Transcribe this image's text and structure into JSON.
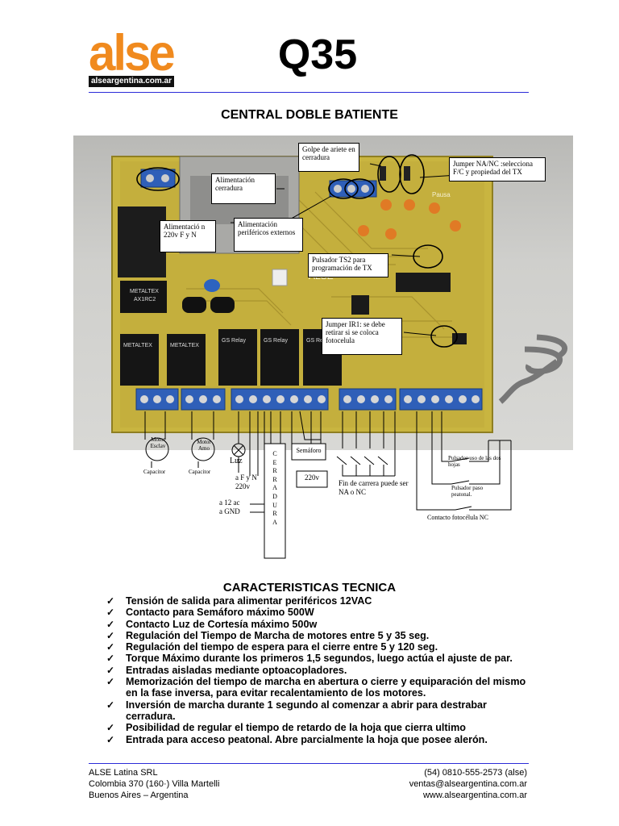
{
  "header": {
    "brand": "alse",
    "brand_url": "alseargentina.com.ar",
    "model": "Q35",
    "subtitle": "CENTRAL DOBLE BATIENTE"
  },
  "colors": {
    "brand": "#f08a1e",
    "rule": "#2b2bd8",
    "pcb": "#c9b540"
  },
  "diagram": {
    "callouts": {
      "golpe": "Golpe de ariete en cerradura",
      "jumper_nanc": "Jumper NA/NC :selecciona F/C y propiedad del TX",
      "alim_cerradura": "Alimentación cerradura",
      "alim_220": "Alimentació n 220v F y N",
      "alim_perif": "Alimentación periféricos externos",
      "pulsador_ts2": "Pulsador TS2 para programación de TX",
      "jumper_ir1": "Jumper IR1: se debe retirar si se coloca fotocelula"
    },
    "board_text": {
      "alse": "ALSE",
      "pausa": "Pausa",
      "metaltex1": "METALTEX",
      "metaltex_model": "AX1RC2",
      "relay1": "METALTEX",
      "relay2": "METALTEX",
      "relay3": "GS Relay",
      "relay4": "GS Relay",
      "relay5": "GS Relay"
    },
    "wiring": {
      "motor_esclavo": "Motor Esclav",
      "motor_amo": "Motor Amo",
      "capacitor1": "Capacitor",
      "capacitor2": "Capacitor",
      "luz": "Luz",
      "afyn": "a F y  N",
      "v220a": "220v",
      "cerradura": "CERRADURA",
      "semaforo": "Semáforo",
      "v220b": "220v",
      "a12ac": "a 12 ac",
      "agnd": "a GND",
      "fin_carrera": "Fin de carrera puede ser NA o NC",
      "pulsador_hojas": "Pulsador uso de las dos hojas",
      "pulsador_peatonal": "Pulsador paso peatonal.",
      "fotocelula": "Contacto fotocélula NC"
    }
  },
  "features": {
    "title": "CARACTERISTICAS TECNICA",
    "check_icon": "✓",
    "items": [
      "Tensión de salida para alimentar periféricos 12VAC",
      "Contacto para Semáforo máximo 500W",
      "Contacto Luz de Cortesía máximo 500w",
      "Regulación del Tiempo de Marcha de motores entre 5 y 35 seg.",
      "Regulación del tiempo de espera para el cierre entre 5 y 120 seg.",
      "Torque Máximo durante los primeros 1,5 segundos, luego actúa el ajuste de par.",
      "Entradas aisladas mediante optoacopladores.",
      "Memorización del tiempo de marcha en abertura o cierre y equiparación del mismo en la fase inversa, para evitar recalentamiento de los motores.",
      "Inversión de marcha durante 1 segundo al comenzar a abrir para destrabar cerradura.",
      "Posibilidad de regular el tiempo de retardo de la hoja que cierra ultimo",
      "Entrada para acceso peatonal. Abre parcialmente la hoja que posee alerón."
    ]
  },
  "footer": {
    "company": "ALSE Latina SRL",
    "address": "Colombia 370 (160·) Villa Martelli",
    "city": "Buenos Aires – Argentina",
    "phone": "(54) 0810-555-2573 (alse)",
    "email": "ventas@alseargentina.com.ar",
    "web": "www.alseargentina.com.ar"
  }
}
